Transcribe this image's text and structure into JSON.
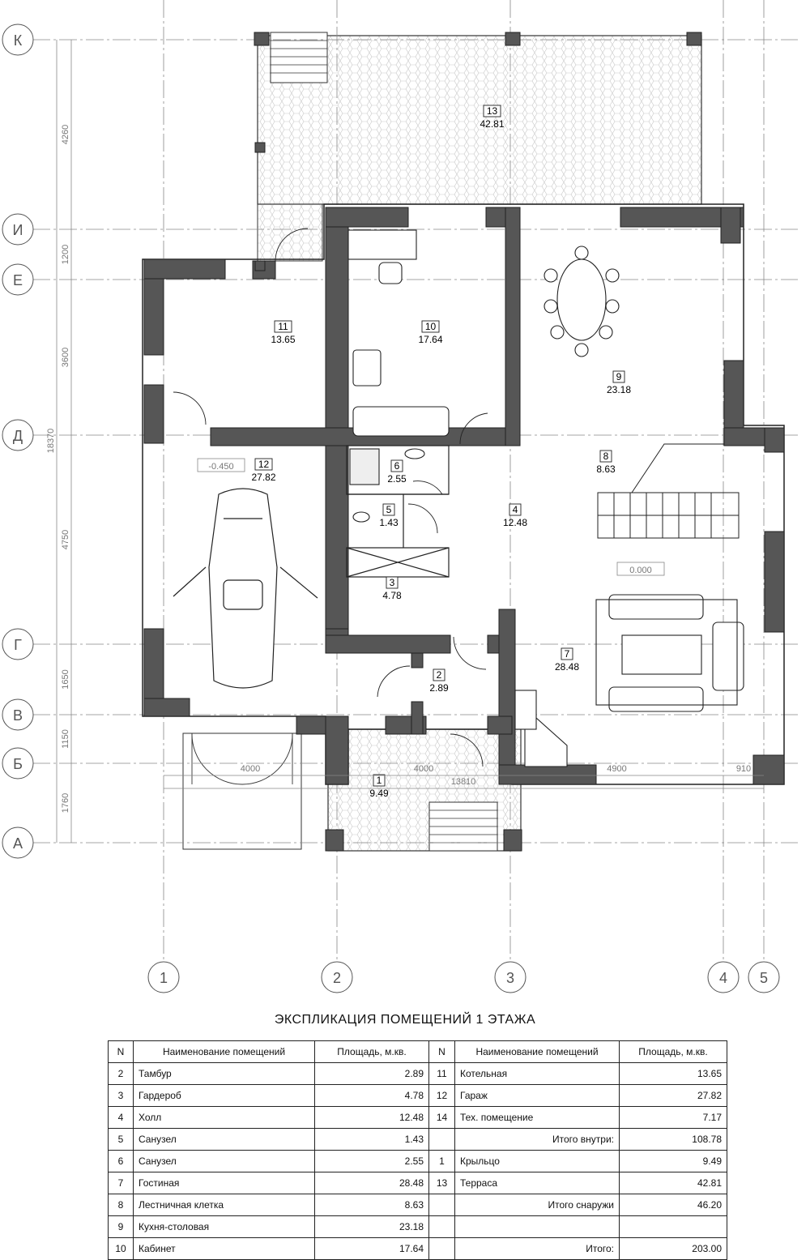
{
  "grid": {
    "rows": [
      "К",
      "И",
      "Е",
      "Д",
      "Г",
      "В",
      "Б",
      "А"
    ],
    "cols": [
      "1",
      "2",
      "3",
      "4",
      "5"
    ],
    "row_dims": [
      "4260",
      "1200",
      "3600",
      "4750",
      "1650",
      "1150",
      "1760"
    ],
    "row_total": "18370",
    "col_dims": [
      "4000",
      "4000",
      "4900",
      "910"
    ],
    "col_total": "13810"
  },
  "levels": [
    "-0.450",
    "0.000"
  ],
  "rooms": [
    {
      "no": "1",
      "area": "9.49"
    },
    {
      "no": "2",
      "area": "2.89"
    },
    {
      "no": "3",
      "area": "4.78"
    },
    {
      "no": "4",
      "area": "12.48"
    },
    {
      "no": "5",
      "area": "1.43"
    },
    {
      "no": "6",
      "area": "2.55"
    },
    {
      "no": "7",
      "area": "28.48"
    },
    {
      "no": "8",
      "area": "8.63"
    },
    {
      "no": "9",
      "area": "23.18"
    },
    {
      "no": "10",
      "area": "17.64"
    },
    {
      "no": "11",
      "area": "13.65"
    },
    {
      "no": "12",
      "area": "27.82"
    },
    {
      "no": "13",
      "area": "42.81"
    }
  ],
  "table": {
    "title": "ЭКСПЛИКАЦИЯ ПОМЕЩЕНИЙ 1 ЭТАЖА",
    "headers": [
      "N",
      "Наименование помещений",
      "Площадь, м.кв.",
      "N",
      "Наименование помещений",
      "Площадь, м.кв."
    ],
    "rows": [
      {
        "n1": "2",
        "name1": "Тамбур",
        "area1": "2.89",
        "n2": "11",
        "name2": "Котельная",
        "area2": "13.65"
      },
      {
        "n1": "3",
        "name1": "Гардероб",
        "area1": "4.78",
        "n2": "12",
        "name2": "Гараж",
        "area2": "27.82"
      },
      {
        "n1": "4",
        "name1": "Холл",
        "area1": "12.48",
        "n2": "14",
        "name2": "Тех. помещение",
        "area2": "7.17"
      },
      {
        "n1": "5",
        "name1": "Санузел",
        "area1": "1.43",
        "n2": "",
        "name2": "Итого внутри:",
        "area2": "108.78"
      },
      {
        "n1": "6",
        "name1": "Санузел",
        "area1": "2.55",
        "n2": "1",
        "name2": "Крыльцо",
        "area2": "9.49"
      },
      {
        "n1": "7",
        "name1": "Гостиная",
        "area1": "28.48",
        "n2": "13",
        "name2": "Терраса",
        "area2": "42.81"
      },
      {
        "n1": "8",
        "name1": "Лестничная клетка",
        "area1": "8.63",
        "n2": "",
        "name2": "Итого снаружи",
        "area2": "46.20"
      },
      {
        "n1": "9",
        "name1": "Кухня-столовая",
        "area1": "23.18",
        "n2": "",
        "name2": "",
        "area2": ""
      },
      {
        "n1": "10",
        "name1": "Кабинет",
        "area1": "17.64",
        "n2": "",
        "name2": "Итого:",
        "area2": "203.00"
      }
    ]
  }
}
